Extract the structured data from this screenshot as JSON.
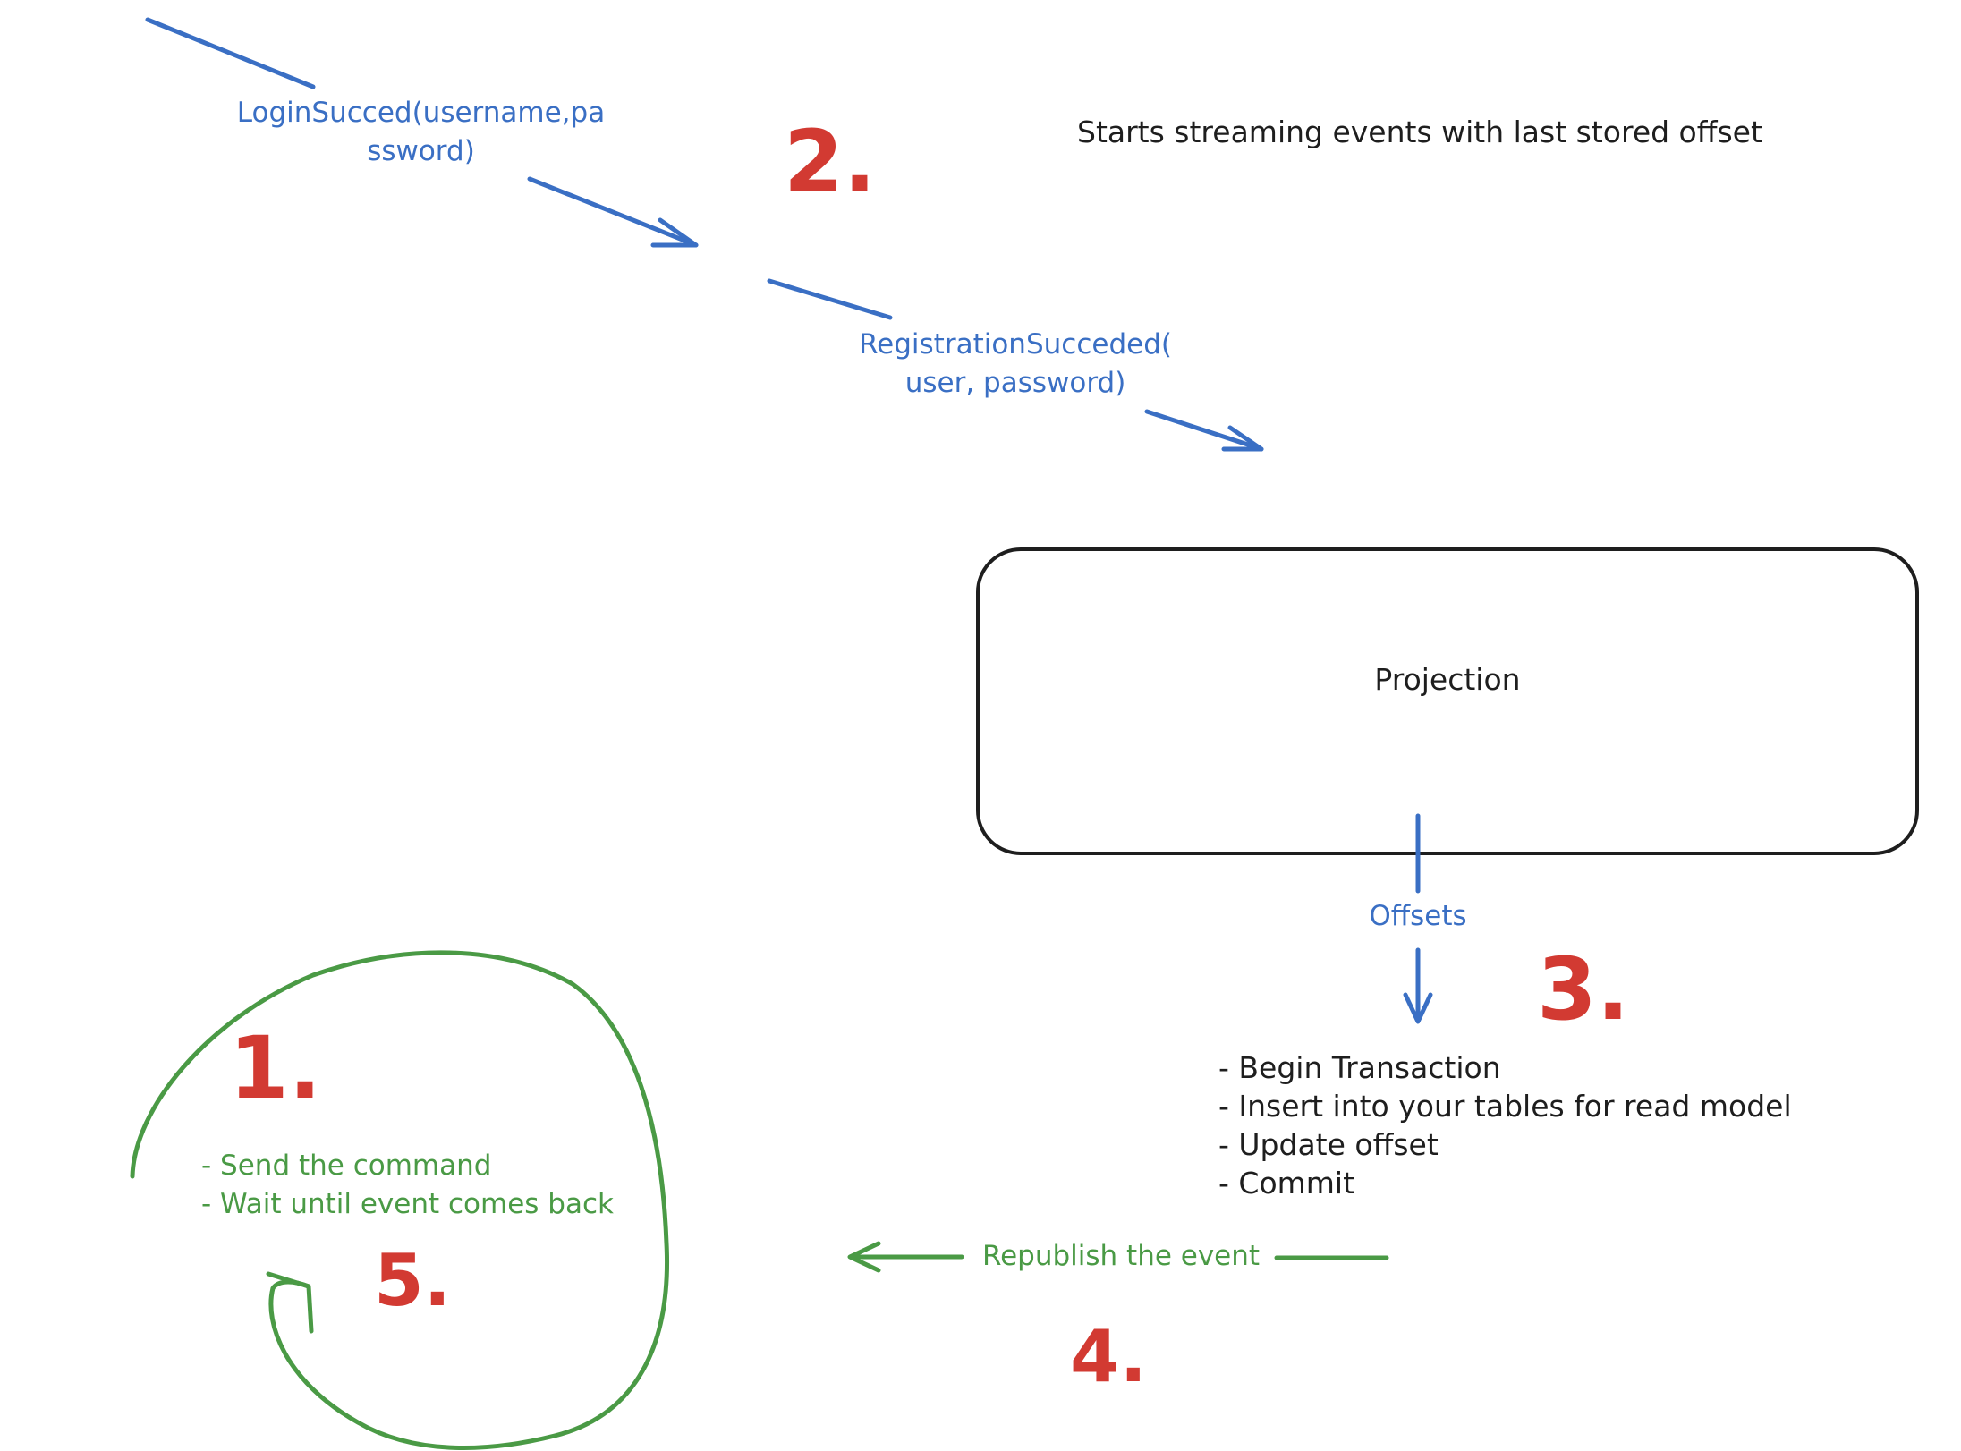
{
  "edges": {
    "login": {
      "label_line1": "LoginSucced(username,pa",
      "label_line2": "ssword)"
    },
    "registration": {
      "label_line1": "RegistrationSucceded(",
      "label_line2": "user, password)"
    },
    "offsets": {
      "label": "Offsets"
    },
    "republish": {
      "label": "Republish the event"
    }
  },
  "streaming_note": "Starts streaming events with last stored offset",
  "projection": {
    "label": "Projection"
  },
  "transaction_steps": [
    "- Begin Transaction",
    "- Insert into your tables for read model",
    "- Update offset",
    "- Commit"
  ],
  "client_steps": [
    "- Send the command",
    "- Wait until event comes back"
  ],
  "step_numbers": {
    "one": "1.",
    "two": "2.",
    "three": "3.",
    "four": "4.",
    "five": "5."
  },
  "colors": {
    "blue": "#3a6fc4",
    "green": "#4a9a45",
    "red": "#d23a32",
    "ink": "#1e1e1e"
  }
}
